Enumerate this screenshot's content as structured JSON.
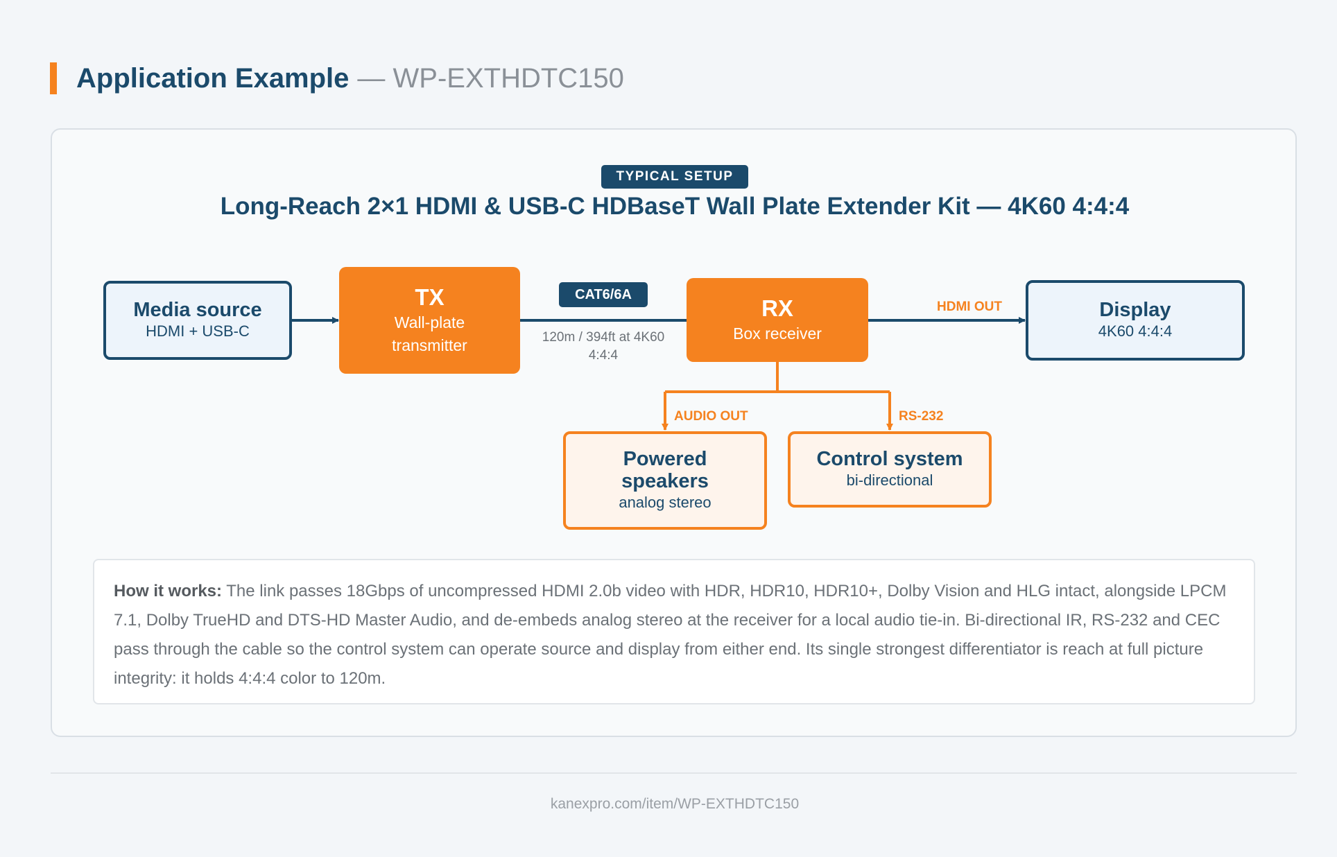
{
  "header": {
    "title": "Application Example",
    "model": "— WP-EXTHDTC150"
  },
  "card": {
    "badge": "TYPICAL SETUP",
    "title": "Long-Reach 2×1 HDMI & USB-C HDBaseT Wall Plate Extender Kit — 4K60 4:4:4"
  },
  "diagram": {
    "source": {
      "title": "Media source",
      "sub": "HDMI + USB-C"
    },
    "tx": {
      "title": "TX",
      "sub": "Wall-plate transmitter"
    },
    "cable": {
      "type": "CAT6/6A",
      "note": "120m / 394ft at 4K60 4:4:4"
    },
    "rx": {
      "title": "RX",
      "sub": "Box receiver"
    },
    "display": {
      "title": "Display",
      "sub": "4K60 4:4:4",
      "port_label": "HDMI OUT"
    },
    "speakers": {
      "title": "Powered speakers",
      "sub": "analog stereo",
      "port_label": "AUDIO OUT"
    },
    "control": {
      "title": "Control system",
      "sub": "bi-directional",
      "port_label": "RS-232"
    },
    "colors": {
      "navy": "#1b4a6b",
      "orange": "#f5821f"
    }
  },
  "explain": {
    "lead": "How it works:",
    "text": "The link passes 18Gbps of uncompressed HDMI 2.0b video with HDR, HDR10, HDR10+, Dolby Vision and HLG intact, alongside LPCM 7.1, Dolby TrueHD and DTS-HD Master Audio, and de-embeds analog stereo at the receiver for a local audio tie-in. Bi-directional IR, RS-232 and CEC pass through the cable so the control system can operate source and display from either end. Its single strongest differentiator is reach at full picture integrity: it holds 4:4:4 color to 120m."
  },
  "footer": {
    "url": "kanexpro.com/item/WP-EXTHDTC150"
  }
}
